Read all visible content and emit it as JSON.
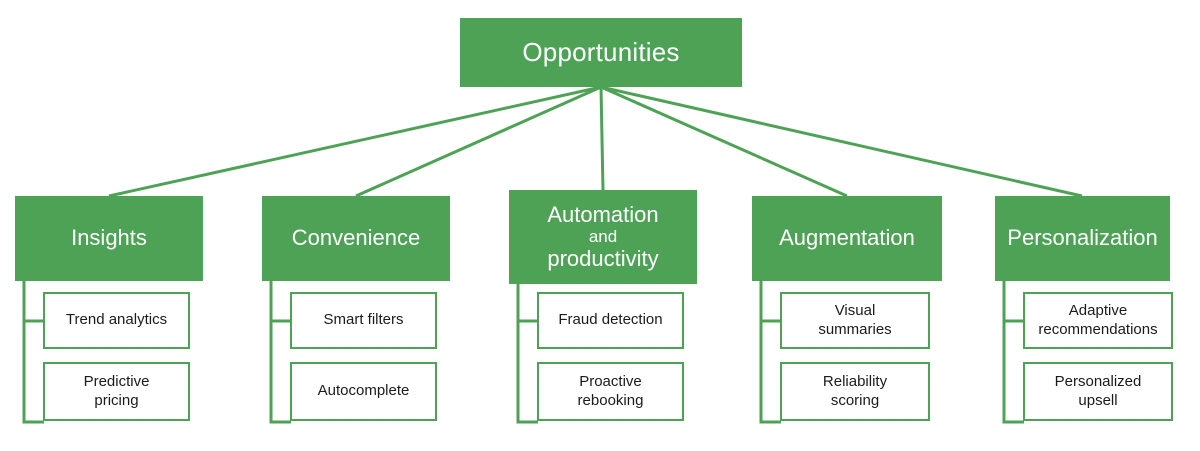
{
  "diagram": {
    "type": "tree-hierarchy",
    "accent_color": "#4ea255",
    "leaf_fill": "#ffffff",
    "leaf_text_color": "#1b1b1b",
    "root_text_color": "#ffffff",
    "root": {
      "label": "Opportunities"
    },
    "branches": [
      {
        "label": "Insights",
        "lines": [
          "Insights"
        ],
        "children": [
          {
            "lines": [
              "Trend analytics"
            ],
            "text": "Trend analytics"
          },
          {
            "lines": [
              "Predictive",
              "pricing"
            ],
            "text": "Predictive pricing"
          }
        ]
      },
      {
        "label": "Convenience",
        "lines": [
          "Convenience"
        ],
        "children": [
          {
            "lines": [
              "Smart filters"
            ],
            "text": "Smart filters"
          },
          {
            "lines": [
              "Autocomplete"
            ],
            "text": "Autocomplete"
          }
        ]
      },
      {
        "label": "Automation and productivity",
        "lines": [
          "Automation",
          "and",
          "productivity"
        ],
        "children": [
          {
            "lines": [
              "Fraud detection"
            ],
            "text": "Fraud detection"
          },
          {
            "lines": [
              "Proactive",
              "rebooking"
            ],
            "text": "Proactive rebooking"
          }
        ]
      },
      {
        "label": "Augmentation",
        "lines": [
          "Augmentation"
        ],
        "children": [
          {
            "lines": [
              "Visual",
              "summaries"
            ],
            "text": "Visual summaries"
          },
          {
            "lines": [
              "Reliability",
              "scoring"
            ],
            "text": "Reliability scoring"
          }
        ]
      },
      {
        "label": "Personalization",
        "lines": [
          "Personalization"
        ],
        "children": [
          {
            "lines": [
              "Adaptive",
              "recommendations"
            ],
            "text": "Adaptive recommendations"
          },
          {
            "lines": [
              "Personalized",
              "upsell"
            ],
            "text": "Personalized upsell"
          }
        ]
      }
    ]
  }
}
